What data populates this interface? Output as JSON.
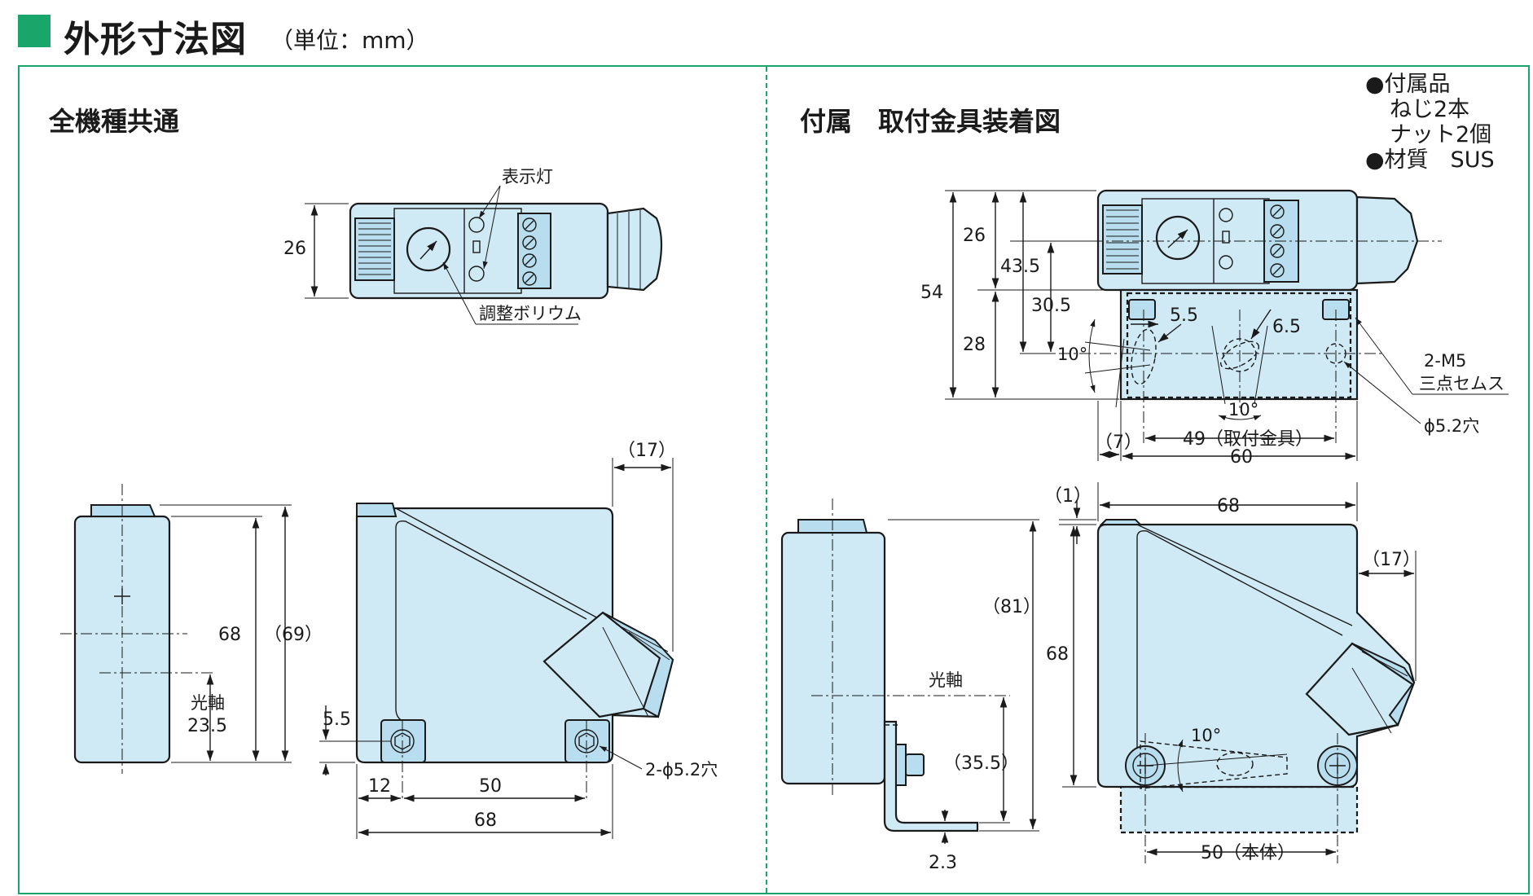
{
  "header": {
    "title": "外形寸法図",
    "unit": "（単位：mm）"
  },
  "sections": {
    "left_title": "全機種共通",
    "right_title": "付属　取付金具装着図"
  },
  "accessory_notes": [
    "●付属品",
    "ねじ2本",
    "ナット2個",
    "●材質　SUS"
  ],
  "labels": {
    "indicator": "表示灯",
    "adjust": "調整ボリウム",
    "optical_axis": "光軸",
    "hole_left": "2-ϕ5.2穴",
    "screw": "2-M5",
    "screw2": "三点セムス",
    "hole_right": "ϕ5.2穴",
    "angle": "10°",
    "angle2": "10°",
    "angle3": "10°"
  },
  "dims": {
    "top_h": "26",
    "side_h": "68",
    "side_h2": "（69）",
    "side_axis": "23.5",
    "front_pad": "5.5",
    "front_12": "12",
    "front_50": "50",
    "front_68": "68",
    "front_17": "（17）",
    "r_26": "26",
    "r_43": "43.5",
    "r_54": "54",
    "r_30": "30.5",
    "r_28": "28",
    "r_55": "5.5",
    "r_65": "6.5",
    "r_7": "（7）",
    "r_49": "49（取付金具）",
    "r_60": "60",
    "r_1": "（1）",
    "r_68w": "68",
    "r_17": "（17）",
    "r_81": "（81）",
    "r_68h": "68",
    "r_355": "（35.5）",
    "r_23": "2.3",
    "r_50": "50（本体）"
  }
}
